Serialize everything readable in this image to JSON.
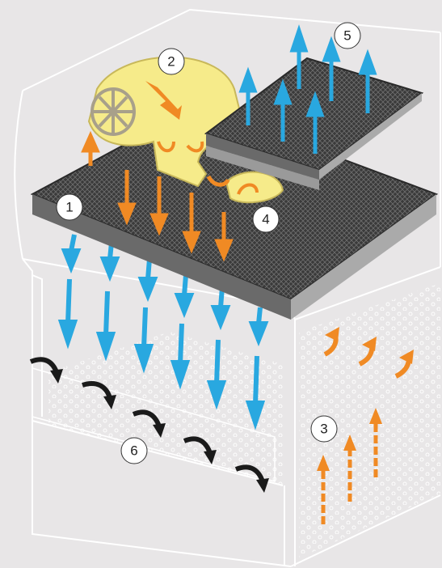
{
  "labels": [
    {
      "id": "1",
      "text": "1"
    },
    {
      "id": "2",
      "text": "2"
    },
    {
      "id": "3",
      "text": "3"
    },
    {
      "id": "4",
      "text": "4"
    },
    {
      "id": "5",
      "text": "5"
    },
    {
      "id": "6",
      "text": "6"
    }
  ],
  "colors": {
    "background": "#e8e6e7",
    "outline": "#ffffff",
    "filter_dark": "#3d3d3d",
    "filter_side": "#6a6a6a",
    "blower": "#f6eb8a",
    "blower_outline": "#c8b85a",
    "airflow_clean": "#29a8e0",
    "airflow_contaminated": "#f08a24",
    "airflow_room": "#1a1a1a"
  },
  "icons": {
    "fan": "fan-icon",
    "clean_air_arrow": "arrow-up-blue-icon",
    "contaminated_air_arrow": "arrow-orange-icon",
    "room_air_arrow": "curved-arrow-black-icon"
  }
}
